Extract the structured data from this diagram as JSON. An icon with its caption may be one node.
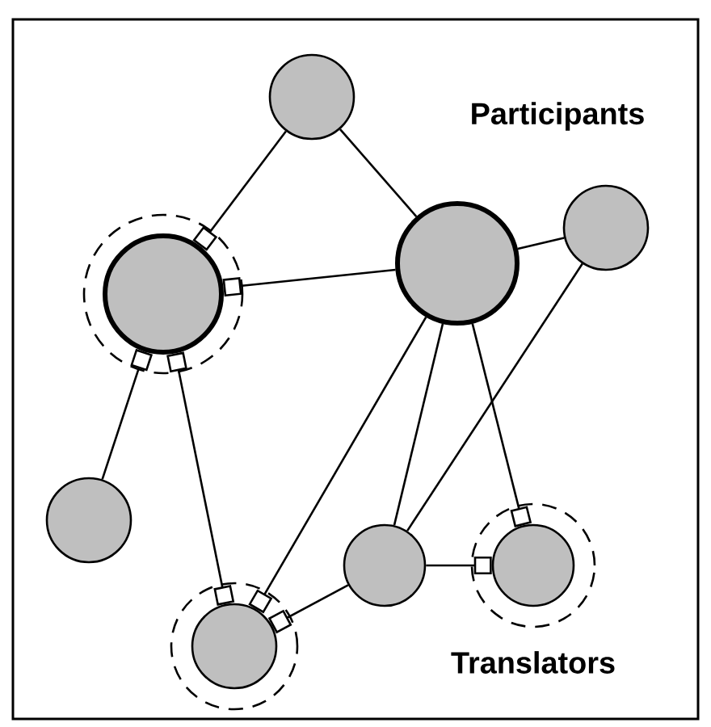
{
  "diagram": {
    "nodes": [
      {
        "text": [],
        "shape": "circle"
      },
      {
        "text": [],
        "shape": "circle"
      },
      {
        "text": [],
        "shape": "circle"
      },
      {
        "text": [],
        "shape": "circle"
      },
      {
        "text": [],
        "shape": "circle"
      },
      {
        "text": [],
        "shape": "circle"
      },
      {
        "text": [],
        "shape": "circle"
      },
      {
        "text": [],
        "shape": "circle"
      }
    ],
    "edges": [
      {
        "from": 0,
        "to": 1,
        "arrow": "other"
      },
      {
        "from": 0,
        "to": 2,
        "arrow": "none"
      },
      {
        "from": 2,
        "to": 1,
        "arrow": "other"
      },
      {
        "from": 2,
        "to": 3,
        "arrow": "none"
      },
      {
        "from": 4,
        "to": 1,
        "arrow": "other"
      },
      {
        "from": 1,
        "to": 7,
        "arrow": "other"
      },
      {
        "from": 2,
        "to": 7,
        "arrow": "other"
      },
      {
        "from": 2,
        "to": 5,
        "arrow": "none"
      },
      {
        "from": 2,
        "to": 6,
        "arrow": "other"
      },
      {
        "from": 3,
        "to": 5,
        "arrow": "none"
      },
      {
        "from": 5,
        "to": 6,
        "arrow": "other"
      },
      {
        "from": 5,
        "to": 7,
        "arrow": "other"
      }
    ],
    "labels": [
      "Participants",
      "Translators"
    ]
  }
}
